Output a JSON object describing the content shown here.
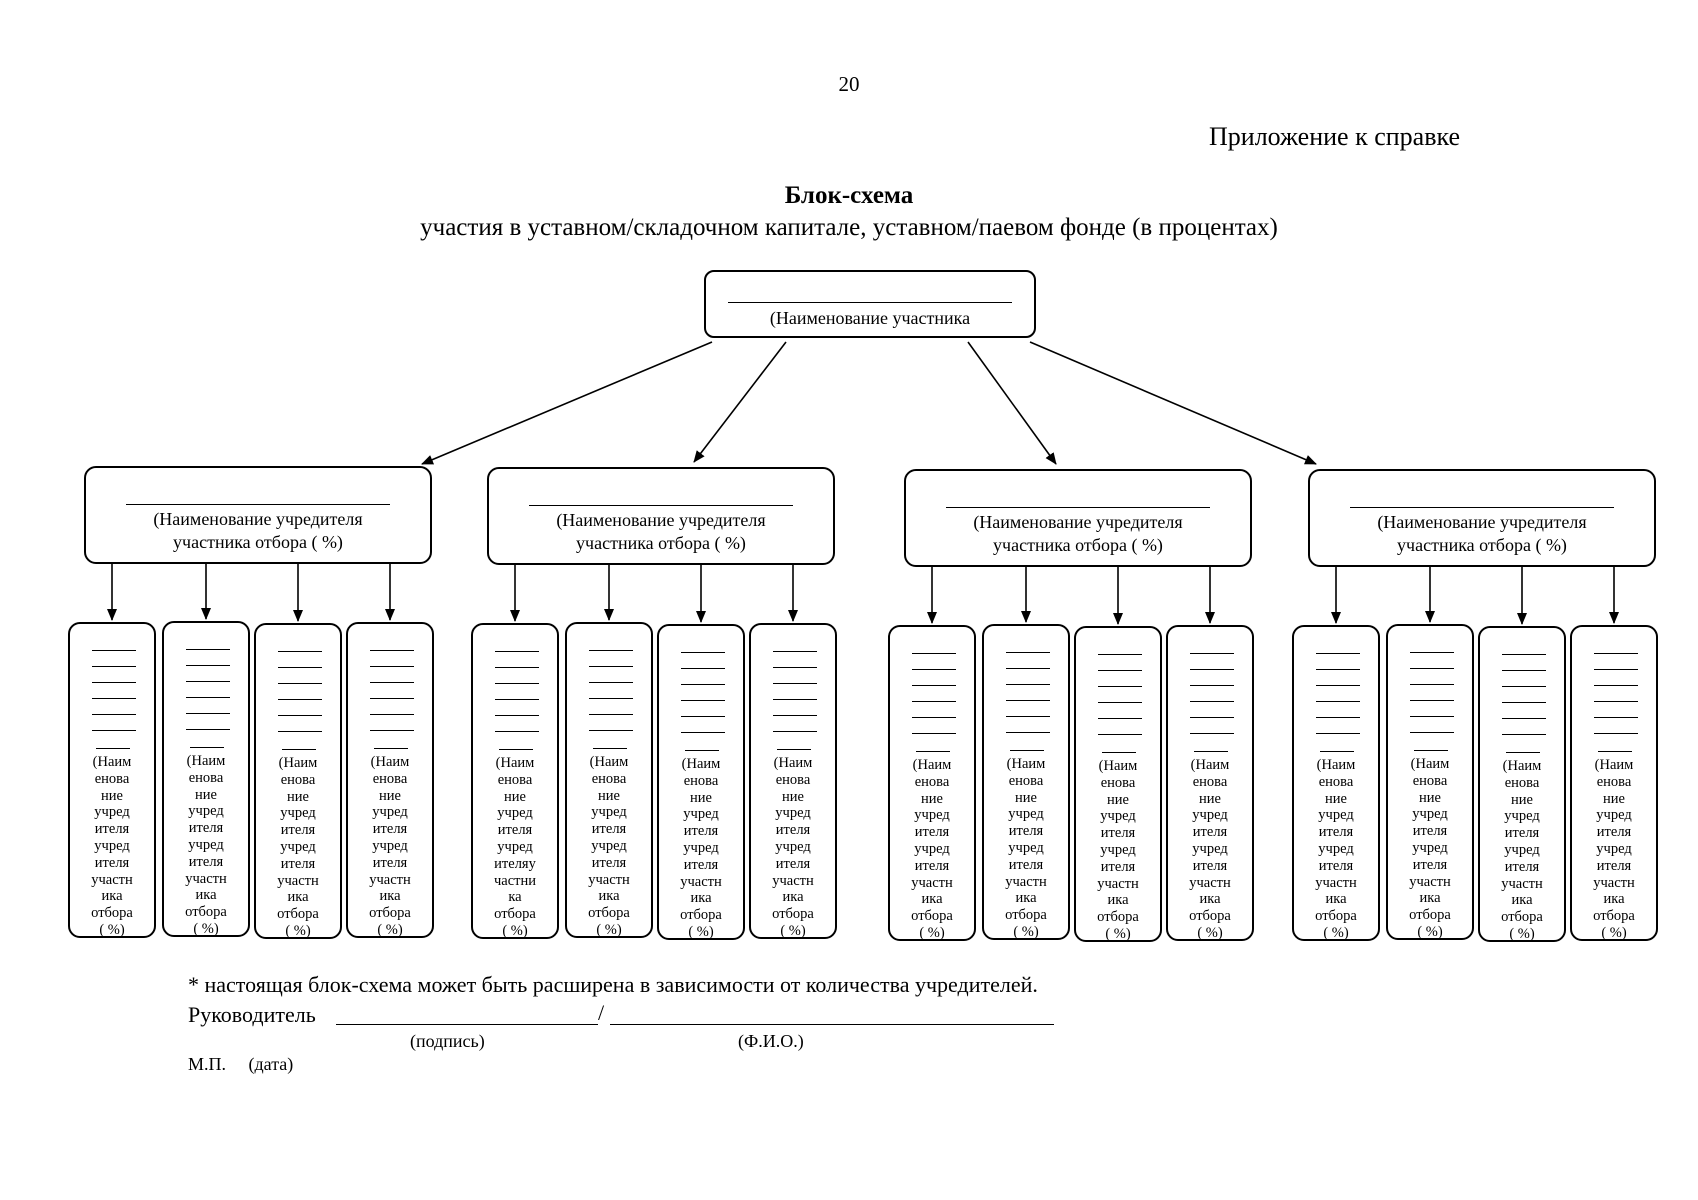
{
  "page_number": "20",
  "appendix_label": "Приложение к справке",
  "title": "Блок-схема",
  "subtitle": "участия в уставном/складочном капитале, уставном/паевом фонде (в процентах)",
  "root_box": {
    "line": "____________________________",
    "text": "(Наименование участника"
  },
  "founder_box": {
    "line1": "(Наименование учредителя",
    "line2": "участника отбора (     %)"
  },
  "column_box_text": "(Наим\nенова\nние\nучред\nителя\nучред\nителя\nучастн\nика\nотбора\n(  %)",
  "column_box_text_variant": "(Наим\nенова\nние\nучред\nителя\nучред\nителяу\nчастни\nка\nотбора\n(  %)",
  "footnote": "* настоящая блок-схема может быть расширена в зависимости от количества учредителей.",
  "signature": {
    "label": "Руководитель",
    "slash": "/",
    "signature_caption": "(подпись)",
    "name_caption": "(Ф.И.О.)"
  },
  "stamp": {
    "mp": "М.П.",
    "date": "(дата)"
  }
}
